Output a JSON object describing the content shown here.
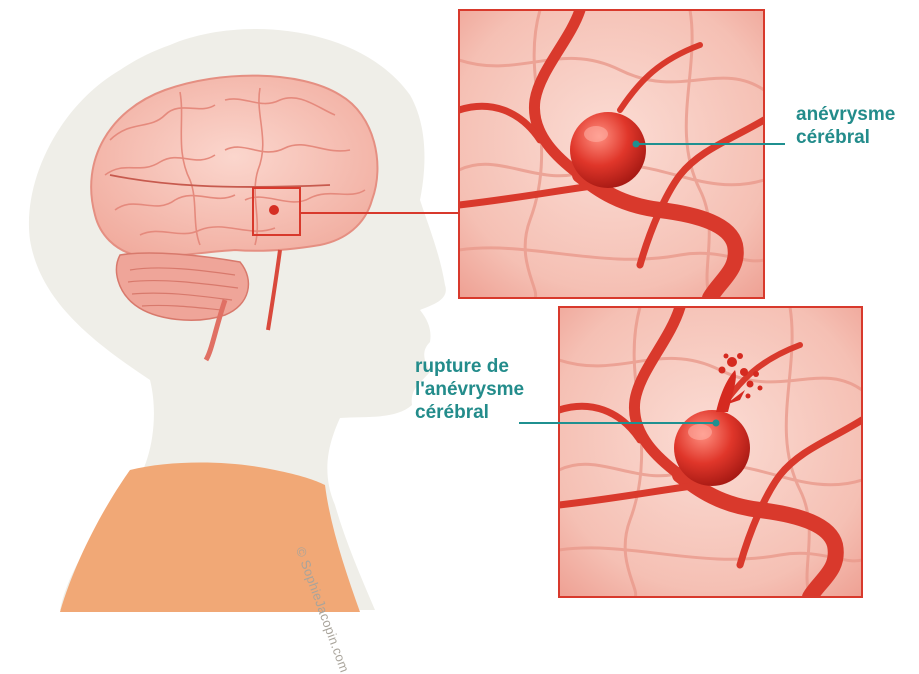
{
  "labels": {
    "aneurysm": {
      "line1": "anévrysme",
      "line2": "cérébral"
    },
    "rupture": {
      "line1": "rupture de",
      "line2": "l'anévrysme",
      "line3": "cérébral"
    }
  },
  "watermark": "© SophieJacopin.com",
  "colors": {
    "label_text": "#238c8b",
    "pointer_line": "#1f9090",
    "head_silhouette": "#efeee8",
    "shoulder": "#f1a876",
    "brain": "#f4b6ad",
    "vessel": "#d93a2c",
    "panel_frame": "#d8392c"
  }
}
